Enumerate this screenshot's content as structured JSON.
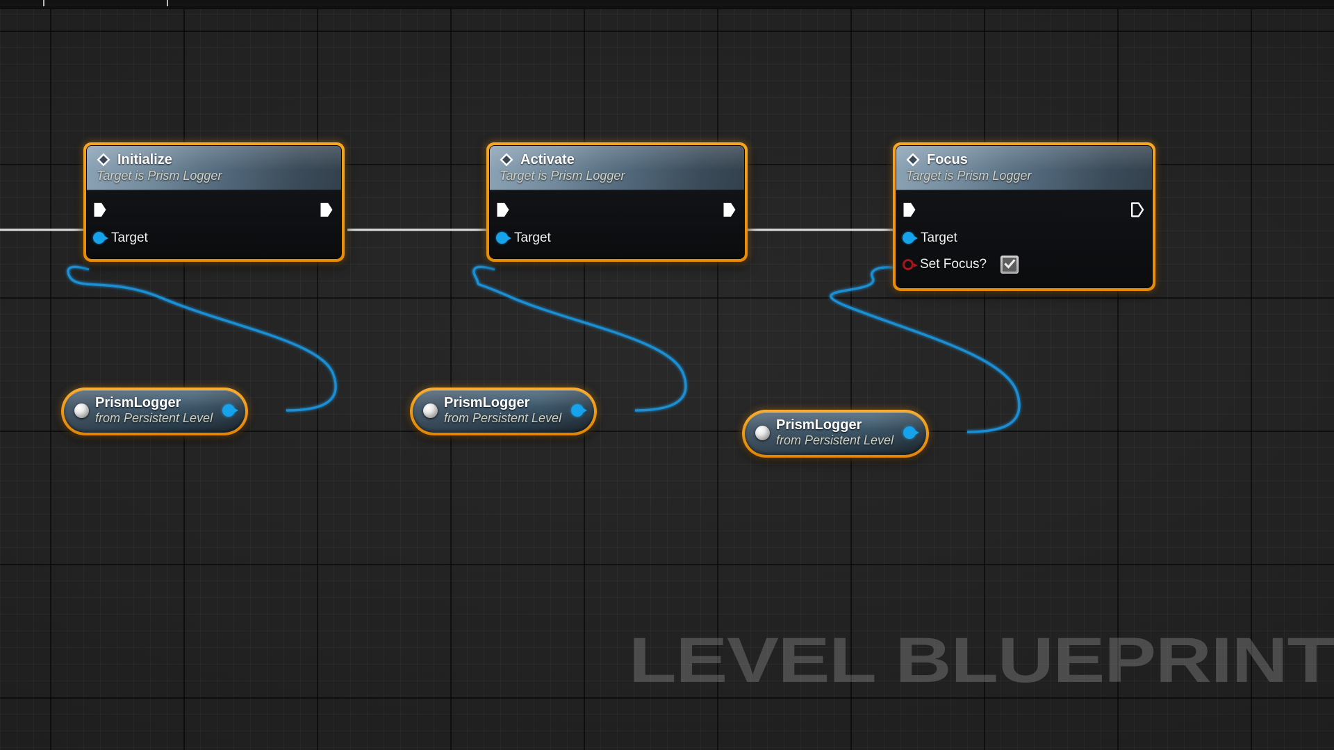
{
  "canvas": {
    "watermark": "LEVEL BLUEPRINT",
    "background_color": "#262626",
    "grid_minor_color": "#2f2f2f",
    "grid_major_color": "#000000"
  },
  "theme": {
    "node_border_selected": "#f09a12",
    "title_bar_color": "#4f6577",
    "exec_wire_color": "#ffffff",
    "data_wire_color": "#17a3ec",
    "data_pin_color": "#17a3ec",
    "bool_pin_color": "#a8151b",
    "node_body_color": "#0b0c0e",
    "subtitle_color": "#cfd2c4"
  },
  "nodes": [
    {
      "id": "initialize",
      "title": "Initialize",
      "subtitle": "Target is Prism Logger",
      "icon": "function-diamond-icon",
      "exec_in": {
        "name": "exec-in-pin",
        "connected": true
      },
      "exec_out": {
        "name": "exec-out-pin",
        "connected": true
      },
      "pins": [
        {
          "label": "Target",
          "type": "object",
          "color": "#17a3ec",
          "connected": true
        }
      ]
    },
    {
      "id": "activate",
      "title": "Activate",
      "subtitle": "Target is Prism Logger",
      "icon": "function-diamond-icon",
      "exec_in": {
        "name": "exec-in-pin",
        "connected": true
      },
      "exec_out": {
        "name": "exec-out-pin",
        "connected": true
      },
      "pins": [
        {
          "label": "Target",
          "type": "object",
          "color": "#17a3ec",
          "connected": true
        }
      ]
    },
    {
      "id": "focus",
      "title": "Focus",
      "subtitle": "Target is Prism Logger",
      "icon": "function-diamond-icon",
      "exec_in": {
        "name": "exec-in-pin",
        "connected": true
      },
      "exec_out": {
        "name": "exec-out-pin",
        "connected": false
      },
      "pins": [
        {
          "label": "Target",
          "type": "object",
          "color": "#17a3ec",
          "connected": true
        },
        {
          "label": "Set Focus?",
          "type": "boolean",
          "color": "#a8151b",
          "connected": false,
          "value": true
        }
      ]
    }
  ],
  "references": [
    {
      "id": "ref1",
      "name": "PrismLogger",
      "source": "from Persistent Level",
      "icon": "actor-sphere-icon"
    },
    {
      "id": "ref2",
      "name": "PrismLogger",
      "source": "from Persistent Level",
      "icon": "actor-sphere-icon"
    },
    {
      "id": "ref3",
      "name": "PrismLogger",
      "source": "from Persistent Level",
      "icon": "actor-sphere-icon"
    }
  ]
}
